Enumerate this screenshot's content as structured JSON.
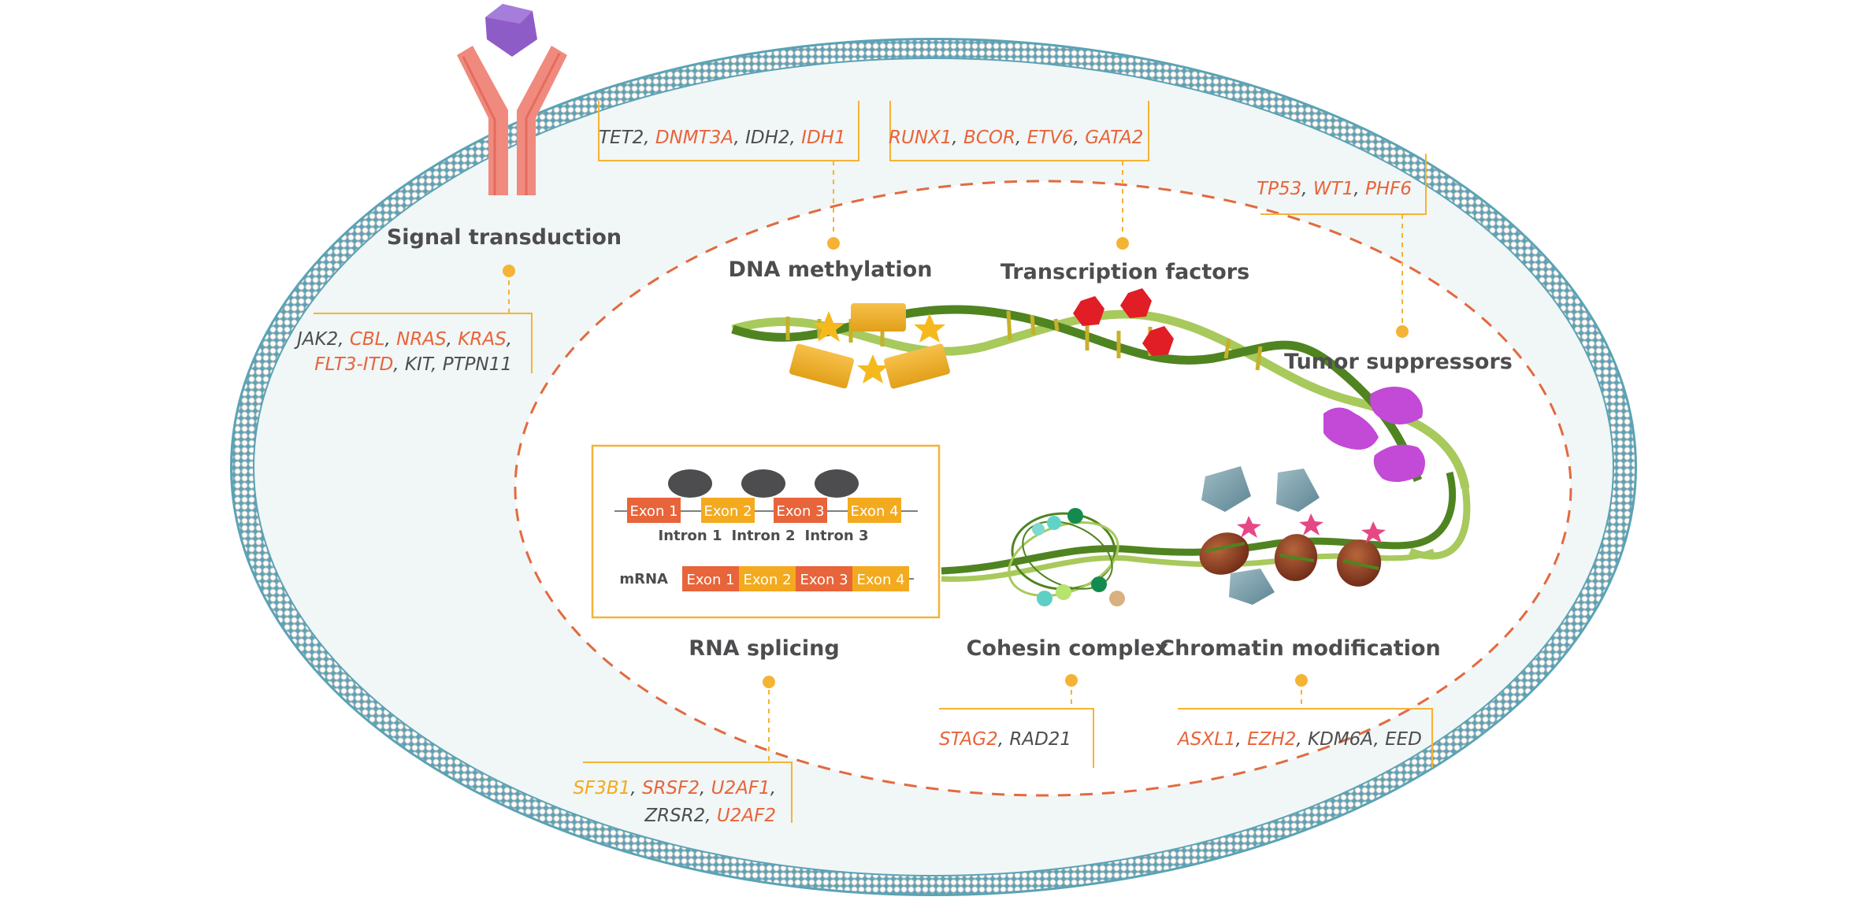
{
  "colors": {
    "mutated": "#e8643a",
    "sf3b1": "#f3aa1f",
    "normal": "#4d4d4f",
    "line": "#f5b335",
    "membrane": "#5aa3b5",
    "nucleus_border": "#e26a3f",
    "cytoplasm": "#f1f6f6"
  },
  "categories": {
    "signal": {
      "title": "Signal transduction",
      "line1": [
        {
          "text": "JAK2",
          "c": "normal"
        },
        {
          "text": ", ",
          "c": "normal"
        },
        {
          "text": "CBL",
          "c": "mutated"
        },
        {
          "text": ", ",
          "c": "normal"
        },
        {
          "text": "NRAS",
          "c": "mutated"
        },
        {
          "text": ", ",
          "c": "normal"
        },
        {
          "text": "KRAS",
          "c": "mutated"
        },
        {
          "text": ",",
          "c": "normal"
        }
      ],
      "line2": [
        {
          "text": "FLT3-ITD",
          "c": "mutated"
        },
        {
          "text": ", ",
          "c": "normal"
        },
        {
          "text": "KIT",
          "c": "normal"
        },
        {
          "text": ", ",
          "c": "normal"
        },
        {
          "text": "PTPN11",
          "c": "normal"
        }
      ]
    },
    "dna": {
      "title": "DNA methylation",
      "line1": [
        {
          "text": "TET2",
          "c": "normal"
        },
        {
          "text": ", ",
          "c": "normal"
        },
        {
          "text": "DNMT3A",
          "c": "mutated"
        },
        {
          "text": ", ",
          "c": "normal"
        },
        {
          "text": "IDH2",
          "c": "normal"
        },
        {
          "text": ", ",
          "c": "normal"
        },
        {
          "text": "IDH1",
          "c": "mutated"
        }
      ]
    },
    "tf": {
      "title": "Transcription factors",
      "line1": [
        {
          "text": "RUNX1",
          "c": "mutated"
        },
        {
          "text": ", ",
          "c": "normal"
        },
        {
          "text": "BCOR",
          "c": "mutated"
        },
        {
          "text": ", ",
          "c": "normal"
        },
        {
          "text": "ETV6",
          "c": "mutated"
        },
        {
          "text": ", ",
          "c": "normal"
        },
        {
          "text": "GATA2",
          "c": "mutated"
        }
      ]
    },
    "tumor": {
      "title": "Tumor suppressors",
      "line1": [
        {
          "text": "TP53",
          "c": "mutated"
        },
        {
          "text": ", ",
          "c": "normal"
        },
        {
          "text": "WT1",
          "c": "mutated"
        },
        {
          "text": ", ",
          "c": "normal"
        },
        {
          "text": "PHF6",
          "c": "mutated"
        }
      ]
    },
    "rna": {
      "title": "RNA splicing",
      "line1": [
        {
          "text": "SF3B1",
          "c": "sf3b1"
        },
        {
          "text": ", ",
          "c": "normal"
        },
        {
          "text": "SRSF2",
          "c": "mutated"
        },
        {
          "text": ", ",
          "c": "normal"
        },
        {
          "text": "U2AF1",
          "c": "mutated"
        },
        {
          "text": ",",
          "c": "normal"
        }
      ],
      "line2": [
        {
          "text": "ZRSR2",
          "c": "normal"
        },
        {
          "text": ", ",
          "c": "normal"
        },
        {
          "text": "U2AF2",
          "c": "mutated"
        }
      ]
    },
    "cohesin": {
      "title": "Cohesin complex",
      "line1": [
        {
          "text": "STAG2",
          "c": "mutated"
        },
        {
          "text": ", ",
          "c": "normal"
        },
        {
          "text": "RAD21",
          "c": "normal"
        }
      ]
    },
    "chromatin": {
      "title": "Chromatin modification",
      "line1": [
        {
          "text": "ASXL1",
          "c": "mutated"
        },
        {
          "text": ", ",
          "c": "normal"
        },
        {
          "text": "EZH2",
          "c": "mutated"
        },
        {
          "text": ", ",
          "c": "normal"
        },
        {
          "text": "KDM6A",
          "c": "normal"
        },
        {
          "text": ", ",
          "c": "normal"
        },
        {
          "text": "EED",
          "c": "normal"
        }
      ]
    }
  },
  "splicing": {
    "pre_exons": [
      "Exon 1",
      "Exon 2",
      "Exon 3",
      "Exon 4"
    ],
    "introns": [
      "Intron 1",
      "Intron 2",
      "Intron 3"
    ],
    "mrna_label": "mRNA",
    "mrna_exons": [
      "Exon 1",
      "Exon 2",
      "Exon 3",
      "Exon 4"
    ]
  }
}
